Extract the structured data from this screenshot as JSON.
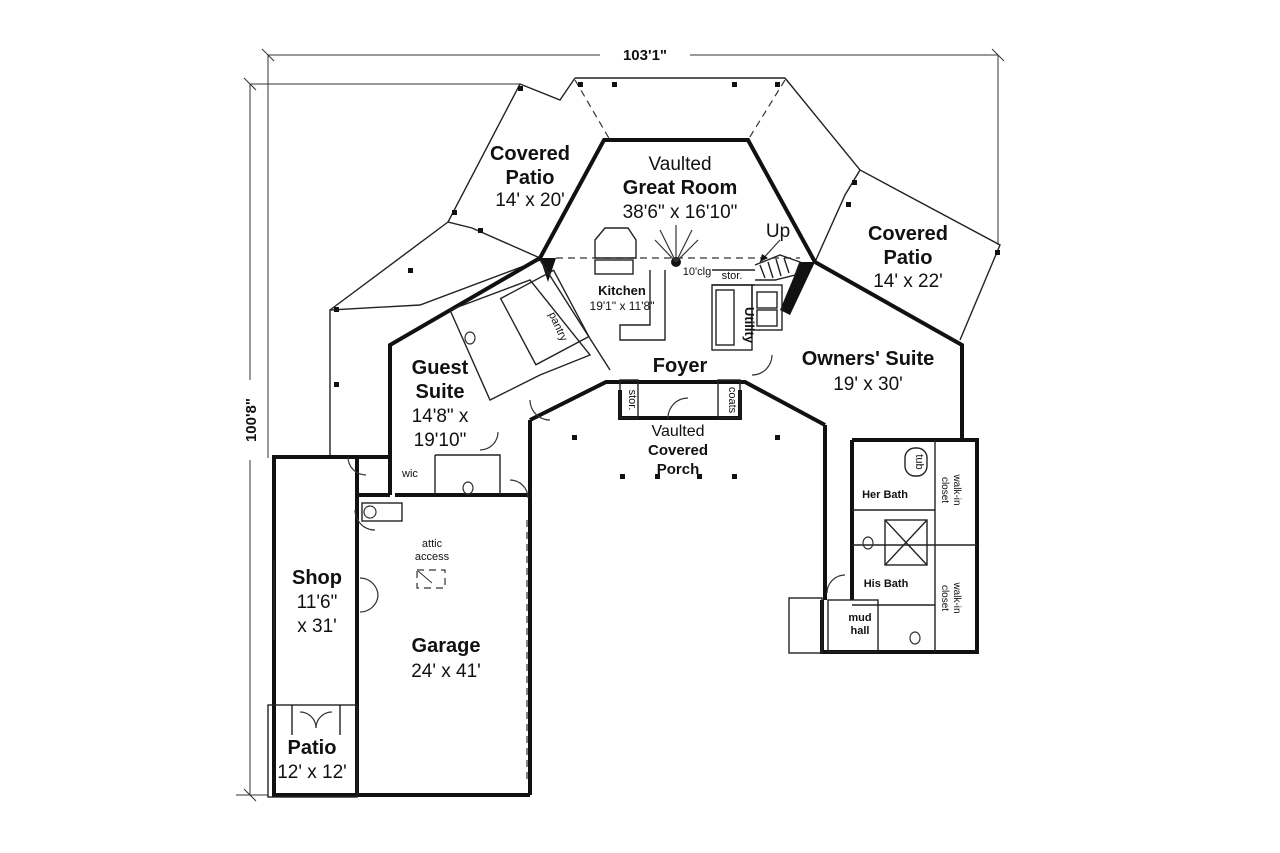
{
  "dimensions": {
    "overall_width": "103'1\"",
    "overall_depth": "100'8\""
  },
  "rooms": {
    "great_room": {
      "label1": "Vaulted",
      "label2": "Great Room",
      "size": "38'6\" x 16'10\""
    },
    "covered_patio_left": {
      "label1": "Covered",
      "label2": "Patio",
      "size": "14' x 20'"
    },
    "covered_patio_right": {
      "label1": "Covered",
      "label2": "Patio",
      "size": "14' x 22'"
    },
    "kitchen": {
      "label": "Kitchen",
      "size": "19'1\" x 11'8\""
    },
    "ceiling_note": "10'clg",
    "stair_up": "Up",
    "stor_top": "stor.",
    "utility": "Utility",
    "pantry": "pantry",
    "foyer": "Foyer",
    "stor_foyer": "stor.",
    "coats": "coats",
    "owners_suite": {
      "label": "Owners' Suite",
      "size": "19' x 30'"
    },
    "guest_suite": {
      "label1": "Guest",
      "label2": "Suite",
      "size1": "14'8\" x",
      "size2": "19'10\""
    },
    "covered_porch": {
      "label1": "Vaulted",
      "label2": "Covered",
      "label3": "Porch"
    },
    "wic": "wic",
    "shop": {
      "label": "Shop",
      "size1": "11'6\"",
      "size2": "x 31'"
    },
    "garage": {
      "label": "Garage",
      "size": "24' x 41'"
    },
    "attic": {
      "line1": "attic",
      "line2": "access"
    },
    "patio": {
      "label": "Patio",
      "size": "12' x 12'"
    },
    "her_bath": "Her Bath",
    "his_bath": "His Bath",
    "tub": "tub",
    "walk_in_closet_1": {
      "line1": "walk-in",
      "line2": "closet"
    },
    "walk_in_closet_2": {
      "line1": "walk-in",
      "line2": "closet"
    },
    "mud_hall": {
      "line1": "mud",
      "line2": "hall"
    }
  }
}
